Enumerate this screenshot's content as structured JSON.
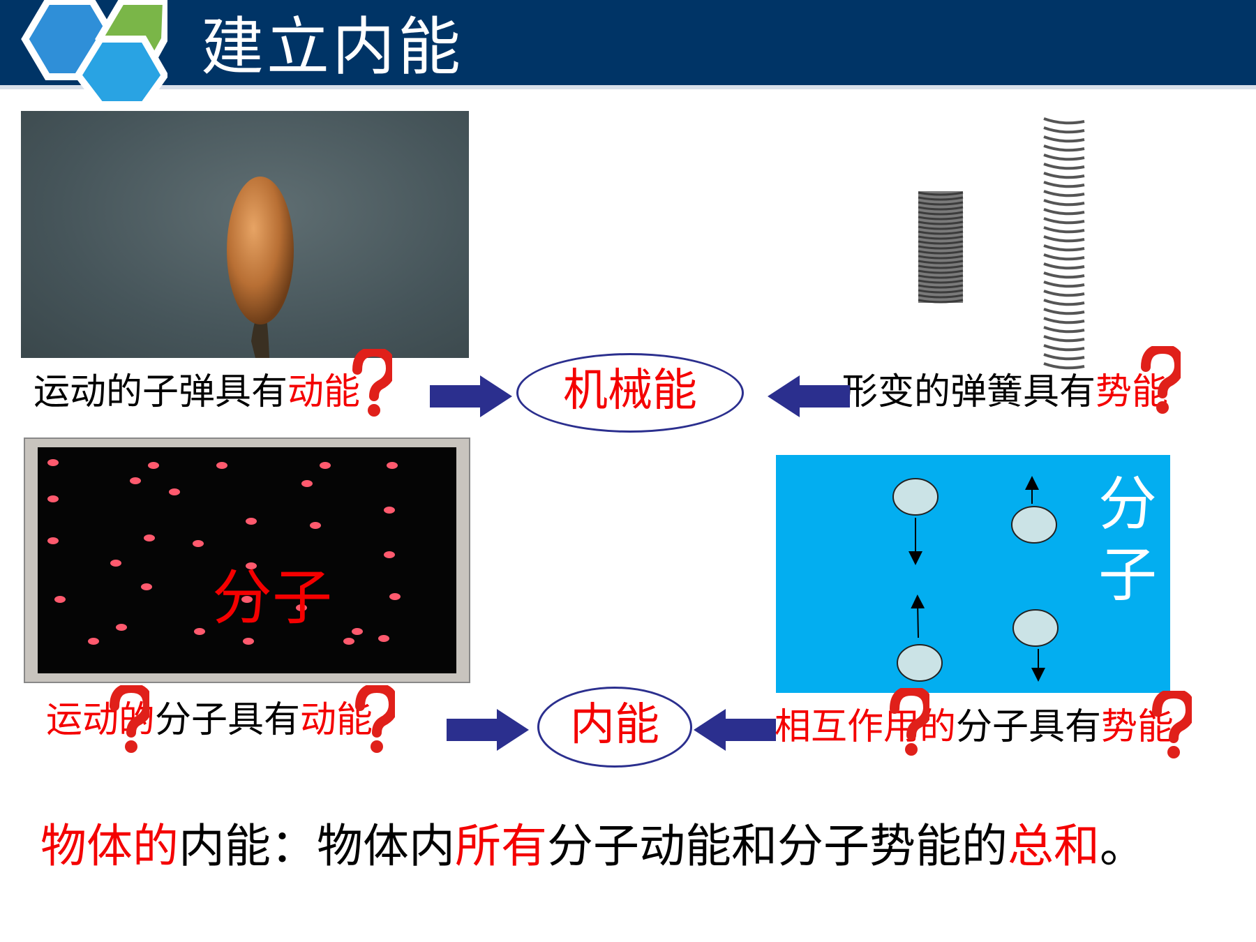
{
  "slide": {
    "title": "建立内能"
  },
  "row1": {
    "left_text_plain": "运动的子弹具有",
    "left_text_red": "动能",
    "center_label": "机械能",
    "right_text_plain": "形变的弹簧具有",
    "right_text_red": "势能"
  },
  "row2": {
    "molecule_label": "分子",
    "blue_panel_label_1": "分",
    "blue_panel_label_2": "子",
    "left_text_red_1": "运动的",
    "left_text_plain": "分子具有",
    "left_text_red_2": "动能",
    "center_label": "内能",
    "right_text_red": "相互作用的",
    "right_text_plain": "分子具有",
    "right_text_red_2": "势能"
  },
  "definition": {
    "part1_red": "物体的",
    "part2": "内能：物体内",
    "part3_red": "所有",
    "part4": "分子动能和分子势能的",
    "part5_red": "总和",
    "part6": "。"
  },
  "colors": {
    "header": "#003466",
    "accent_red": "#f40000",
    "arrow_blue": "#2b2f8e",
    "panel_blue": "#03aef0"
  },
  "icons": [
    "hexagon-logo-icon",
    "question-mark-icon",
    "right-arrow-icon",
    "left-arrow-icon"
  ]
}
